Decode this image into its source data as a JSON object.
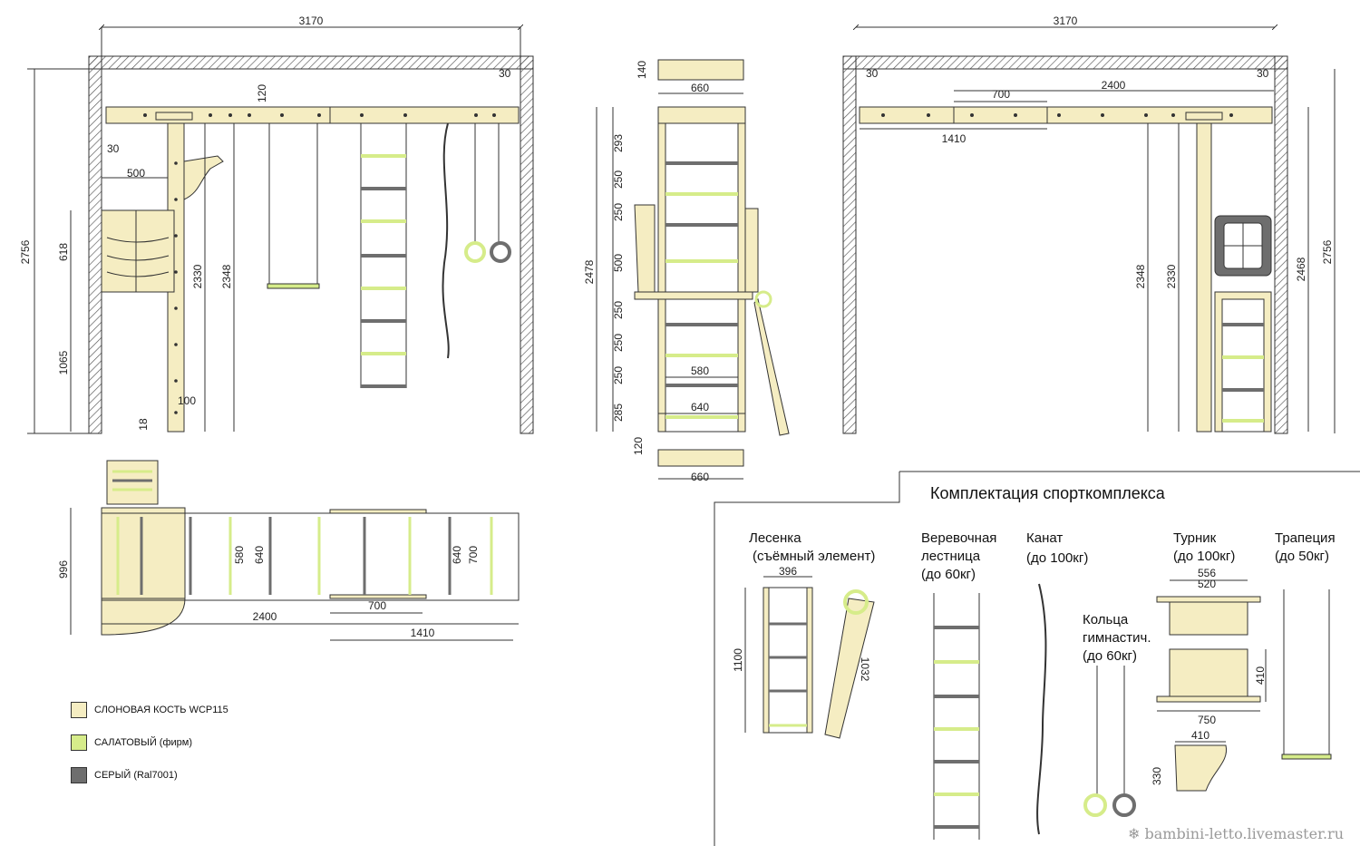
{
  "colors": {
    "ivory": "#f5edc2",
    "lime": "#d6ec8a",
    "gray": "#6e6e6e",
    "wall": "#555555"
  },
  "front": {
    "width": "3170",
    "height": "2756",
    "top_gap": "30",
    "beam": "120",
    "post_gap": "30",
    "arm": "500",
    "net_h": "618",
    "net_low": "1065",
    "post_h": "2330",
    "post_h2": "2348",
    "foot": "100",
    "foot2": "18"
  },
  "side": {
    "top_w": "660",
    "top_h": "140",
    "h1": "293",
    "h2": "250",
    "h3": "250",
    "h4": "500",
    "h5": "250",
    "h6": "250",
    "h7": "250",
    "h8": "285",
    "total": "2478",
    "inner": "580",
    "outer": "640",
    "bot_h": "120",
    "bot_w": "660"
  },
  "right": {
    "width": "3170",
    "gap": "30",
    "gap2": "30",
    "beam": "2400",
    "seg": "700",
    "seg2": "1410",
    "h1": "2348",
    "h2": "2330",
    "h3": "2468",
    "h4": "2756"
  },
  "plan": {
    "depth": "996",
    "w1": "580",
    "w2": "640",
    "w3": "640",
    "w4": "700",
    "len": "2400",
    "seg": "700",
    "seg2": "1410"
  },
  "legend": [
    {
      "color": "#f5edc2",
      "label": "СЛОНОВАЯ КОСТЬ WCP115"
    },
    {
      "color": "#d6ec8a",
      "label": "САЛАТОВЫЙ (фирм)"
    },
    {
      "color": "#6e6e6e",
      "label": "СЕРЫЙ (Ral7001)"
    }
  ],
  "kit": {
    "title": "Комплектация спорткомплекса",
    "ladder": {
      "l1": "Лесенка",
      "l2": "(съёмный элемент)",
      "w": "396",
      "h": "1100",
      "diag": "1032"
    },
    "rope_ladder": {
      "l1": "Веревочная",
      "l2": "лестница",
      "l3": "(до 60кг)"
    },
    "rope": {
      "l1": "Канат",
      "l2": "(до 100кг)"
    },
    "rings": {
      "l1": "Кольца",
      "l2": "гимнастич.",
      "l3": "(до 60кг)"
    },
    "bar": {
      "l1": "Турник",
      "l2": "(до 100кг)",
      "w1": "556",
      "w2": "520",
      "h": "410",
      "w3": "750",
      "bw": "410",
      "bh": "330"
    },
    "trapeze": {
      "l1": "Трапеция",
      "l2": "(до 50кг)"
    }
  },
  "watermark": "bambini-letto.livemaster.ru"
}
